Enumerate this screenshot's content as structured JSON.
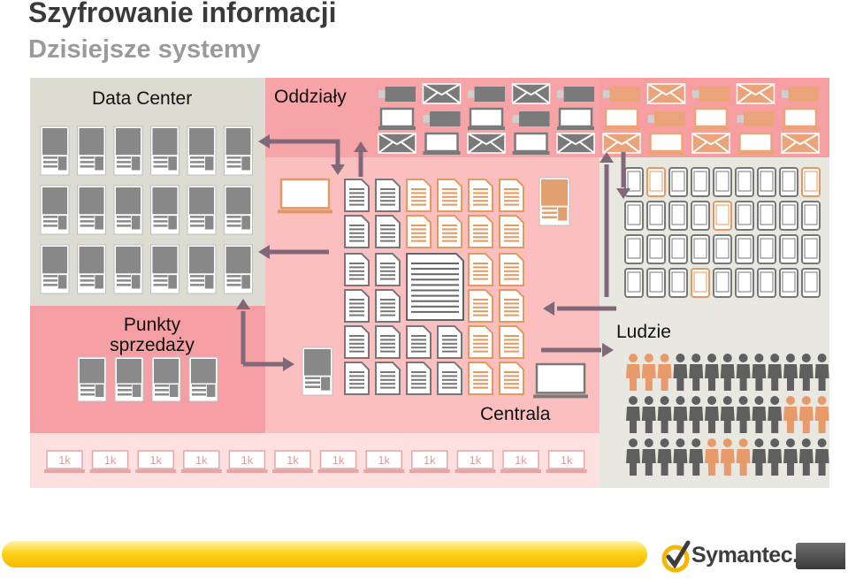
{
  "title": "Szyfrowanie informacji",
  "subtitle": "Dzisiejsze systemy",
  "regions": {
    "data_center": "Data Center",
    "oddzialy": "Oddziały",
    "punkty_line1": "Punkty",
    "punkty_line2": "sprzedaży",
    "ludzie": "Ludzie",
    "centrala": "Centrala"
  },
  "strip_label": "1k",
  "strip_count": 12,
  "people_rows": [
    [
      "orange",
      "orange",
      "orange",
      "gray",
      "gray",
      "gray",
      "gray",
      "gray",
      "gray",
      "gray",
      "gray",
      "gray",
      "gray"
    ],
    [
      "gray",
      "gray",
      "gray",
      "gray",
      "gray",
      "gray",
      "gray",
      "gray",
      "gray",
      "gray",
      "orange",
      "orange",
      "orange"
    ],
    [
      "gray",
      "gray",
      "gray",
      "gray",
      "gray",
      "orange",
      "orange",
      "orange",
      "gray",
      "gray",
      "gray",
      "gray",
      "gray"
    ]
  ],
  "colors": {
    "data_center_bg": "#dcdcd2",
    "oddzialy_bg": "#f7a4a8",
    "centrala_bg": "#fbbfbf",
    "punkty_bg": "#f59ea3",
    "ludzie_bg": "#e8e8e1",
    "strip_bg": "#fde0df",
    "device_gray": "#7a7a7a",
    "accent_orange": "#e8a070",
    "arrow": "#806878"
  },
  "brand": {
    "logo_text": "Symantec."
  }
}
